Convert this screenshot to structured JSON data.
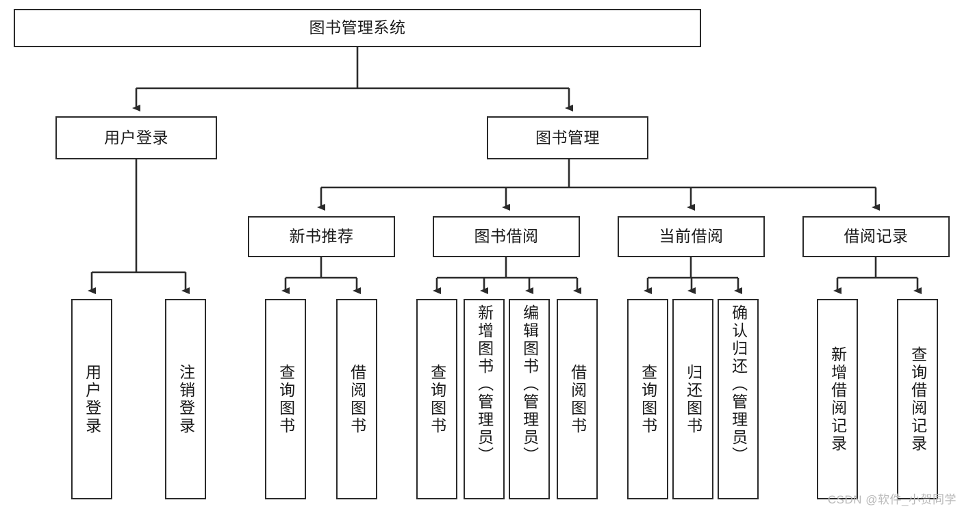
{
  "diagram": {
    "title": "图书管理系统",
    "type": "tree",
    "root": {
      "label": "图书管理系统"
    },
    "level2": [
      {
        "label": "用户登录"
      },
      {
        "label": "图书管理"
      }
    ],
    "level3": [
      {
        "label": "新书推荐"
      },
      {
        "label": "图书借阅"
      },
      {
        "label": "当前借阅"
      },
      {
        "label": "借阅记录"
      }
    ],
    "leaves": {
      "user_login": [
        {
          "label": "用户登录"
        },
        {
          "label": "注销登录"
        }
      ],
      "new_book_recommend": [
        {
          "label": "查询图书"
        },
        {
          "label": "借阅图书"
        }
      ],
      "book_borrow": [
        {
          "label": "查询图书"
        },
        {
          "label": "新增图书（管理员）"
        },
        {
          "label": "编辑图书（管理员）"
        },
        {
          "label": "借阅图书"
        }
      ],
      "current_borrow": [
        {
          "label": "查询图书"
        },
        {
          "label": "归还图书"
        },
        {
          "label": "确认归还（管理员）"
        }
      ],
      "borrow_record": [
        {
          "label": "新增借阅记录"
        },
        {
          "label": "查询借阅记录"
        }
      ]
    }
  },
  "watermark": {
    "text": "CSDN @软件_小贺同学"
  },
  "colors": {
    "box_border": "#2b2b2b",
    "background": "#ffffff",
    "text": "#1a1a1a",
    "watermark": "#b9b9b9"
  }
}
